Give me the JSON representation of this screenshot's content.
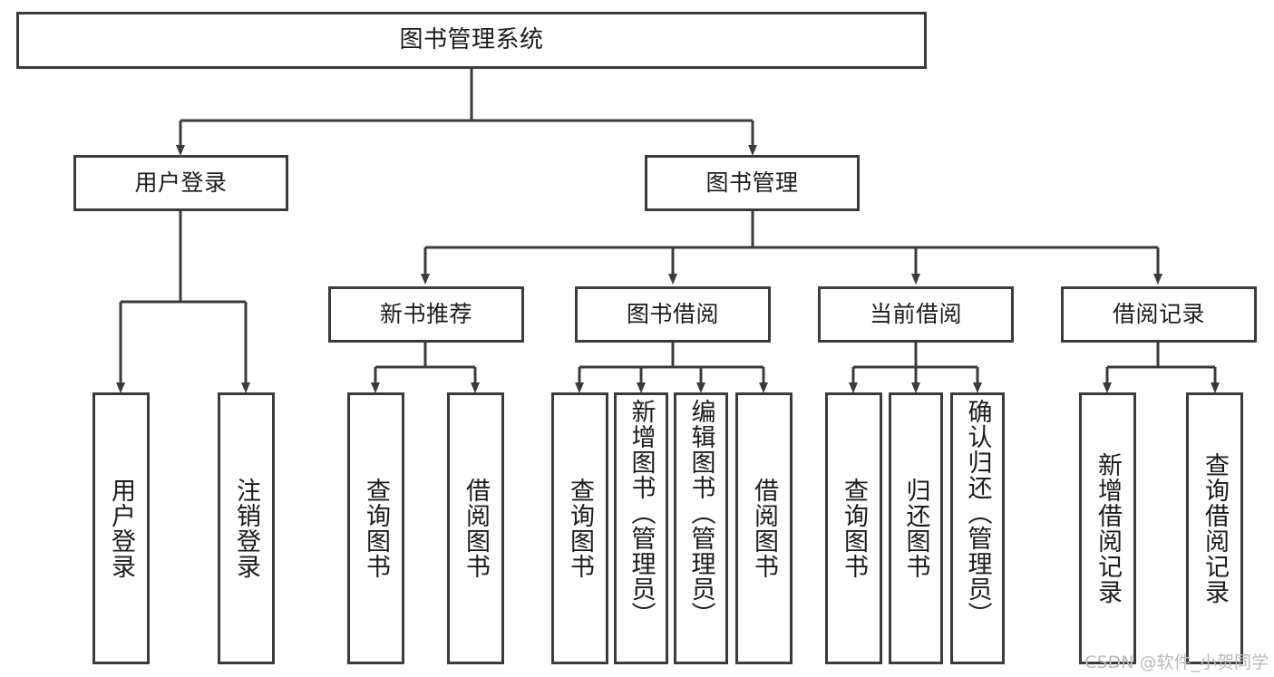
{
  "diagram": {
    "type": "tree-hierarchy-chart",
    "title": "图书管理系统",
    "colors": {
      "node_border": "#3b3b3b",
      "node_fill": "#ffffff",
      "edge": "#3b3b3b",
      "text": "#1b1b1b",
      "background": "#ffffff",
      "watermark": "#b9b9b9"
    },
    "watermark": "CSDN @软件_小贺同学",
    "nodes": {
      "root": {
        "label": "图书管理系统"
      },
      "level1": [
        {
          "label": "用户登录"
        },
        {
          "label": "图书管理"
        }
      ],
      "level2": [
        {
          "label": "新书推荐"
        },
        {
          "label": "图书借阅"
        },
        {
          "label": "当前借阅"
        },
        {
          "label": "借阅记录"
        }
      ],
      "leaves_user_login": [
        {
          "label": "用户登录"
        },
        {
          "label": "注销登录"
        }
      ],
      "leaves_new_book": [
        {
          "label": "查询图书"
        },
        {
          "label": "借阅图书"
        }
      ],
      "leaves_borrow": [
        {
          "label": "查询图书"
        },
        {
          "label": "新增图书（管理员）"
        },
        {
          "label": "编辑图书（管理员）"
        },
        {
          "label": "借阅图书"
        }
      ],
      "leaves_current": [
        {
          "label": "查询图书"
        },
        {
          "label": "归还图书"
        },
        {
          "label": "确认归还（管理员）"
        }
      ],
      "leaves_records": [
        {
          "label": "新增借阅记录"
        },
        {
          "label": "查询借阅记录"
        }
      ]
    }
  }
}
